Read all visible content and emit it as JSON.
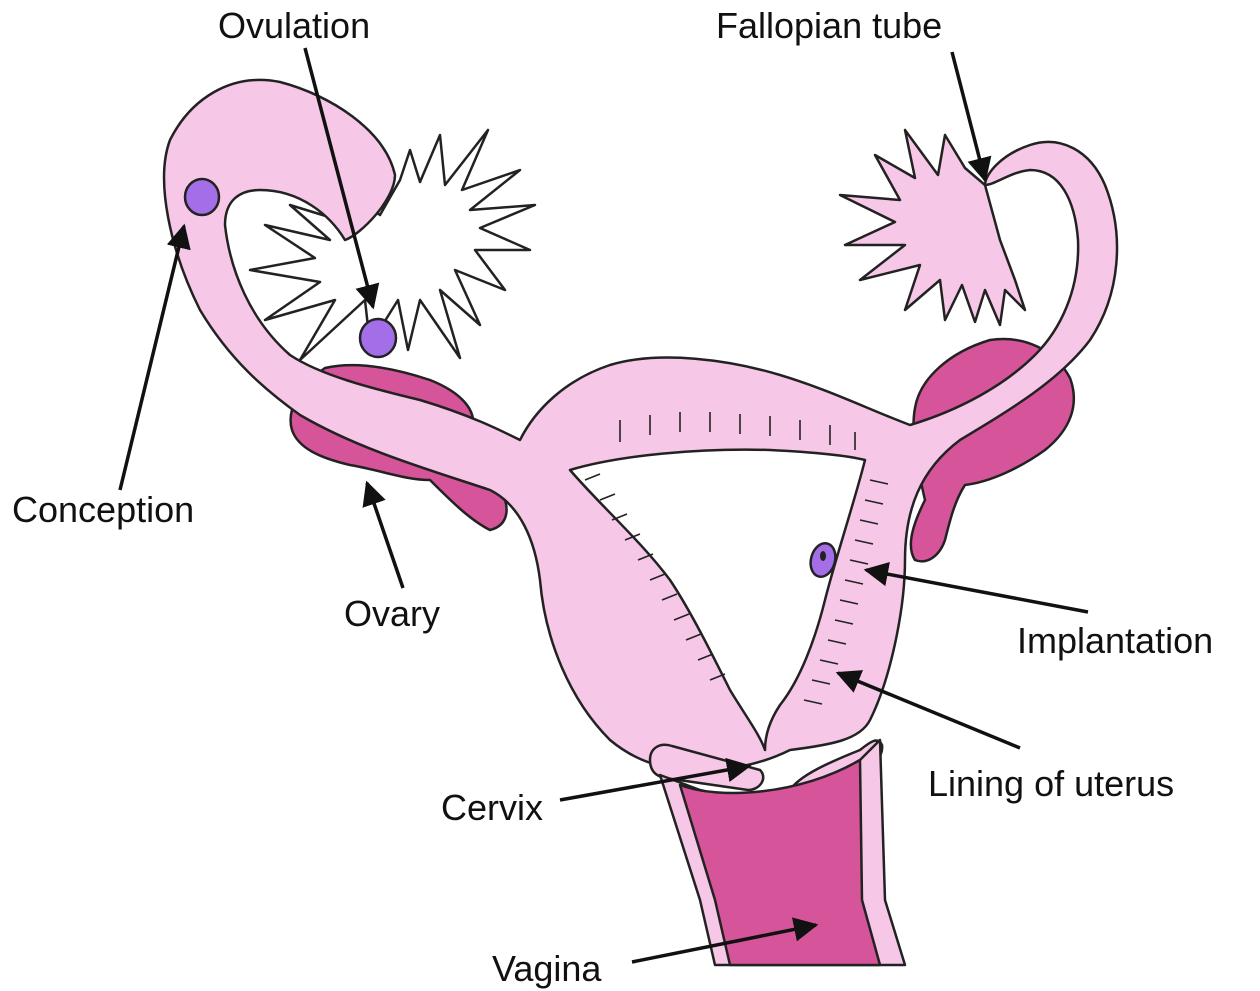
{
  "labels": {
    "ovulation": "Ovulation",
    "fallopian_tube": "Fallopian tube",
    "conception": "Conception",
    "ovary": "Ovary",
    "implantation": "Implantation",
    "lining_of_uterus": "Lining of uterus",
    "cervix": "Cervix",
    "vagina": "Vagina"
  },
  "colors": {
    "tissue": "#f6c7e6",
    "ovary": "#d6549a",
    "vagina": "#d6549a",
    "egg": "#a36ee8",
    "outline": "#222222",
    "text": "#111111"
  }
}
